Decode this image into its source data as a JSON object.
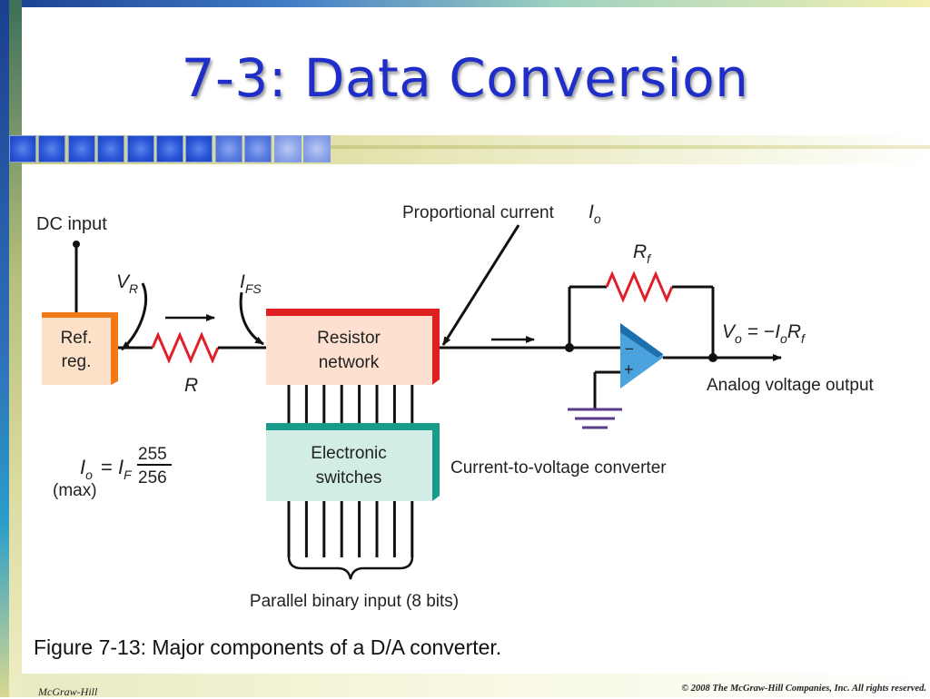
{
  "slide": {
    "title": "7-3: Data Conversion",
    "caption": "Figure 7-13: Major components of a D/A converter.",
    "footer_left": "McGraw-Hill",
    "footer_right": "© 2008 The McGraw-Hill Companies, Inc. All rights reserved."
  },
  "diagram": {
    "dc_input": "DC input",
    "ref_reg_line1": "Ref.",
    "ref_reg_line2": "reg.",
    "vr_main": "V",
    "vr_sub": "R",
    "ifs_main": "I",
    "ifs_sub": "FS",
    "r_label": "R",
    "resistor_network_line1": "Resistor",
    "resistor_network_line2": "network",
    "proportional_current": "Proportional current",
    "io_main": "I",
    "io_sub": "o",
    "rf_main": "R",
    "rf_sub": "f",
    "vo_main": "V",
    "vo_sub": "o",
    "vo_eq": "= −",
    "vo_io_main": "I",
    "vo_io_sub": "o",
    "vo_rf_main": "R",
    "vo_rf_sub": "f",
    "opamp_minus": "−",
    "opamp_plus": "+",
    "analog_output": "Analog voltage output",
    "switches_line1": "Electronic",
    "switches_line2": "switches",
    "c2v": "Current-to-voltage converter",
    "eq_io_main": "I",
    "eq_io_sub": "o",
    "eq_equals": "=",
    "eq_if_main": "I",
    "eq_if_sub": "F",
    "eq_num": "255",
    "eq_den": "256",
    "eq_max": "(max)",
    "parallel_input": "Parallel binary input (8 bits)"
  },
  "colors": {
    "title": "#1f2ec8",
    "ref_reg_fill": "#fde0c8",
    "ref_reg_edge": "#f07a18",
    "resistor_network_fill": "#fde0cf",
    "resistor_network_edge": "#e02020",
    "switches_fill": "#d2ece6",
    "switches_edge": "#1a9a88",
    "opamp_fill": "#4aa3dc",
    "resistor": "#e0202a",
    "ground": "#5a3a8a"
  }
}
